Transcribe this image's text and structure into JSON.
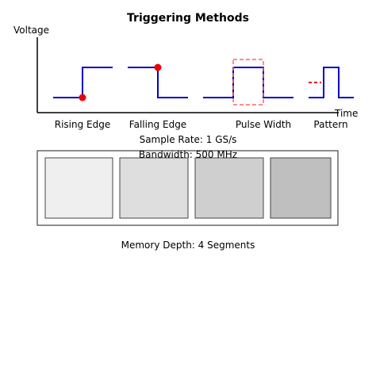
{
  "diagram": {
    "title": "Triggering Methods",
    "y_axis_label": "Voltage",
    "x_axis_label": "Time",
    "methods": [
      {
        "name": "Rising Edge"
      },
      {
        "name": "Falling Edge"
      },
      {
        "name": "Pulse Width"
      },
      {
        "name": "Pattern"
      }
    ],
    "sample_rate": "Sample Rate: 1 GS/s",
    "bandwidth": "Bandwidth: 500 MHz",
    "memory": {
      "label": "Memory Depth: 4 Segments",
      "segments": 4
    },
    "colors": {
      "signal": "#0000cc",
      "trigger_point": "#ee0000",
      "trigger_box": "#ff6666",
      "axis": "#000000",
      "segment_fills": [
        "#efefef",
        "#dedede",
        "#cfcfcf",
        "#bfbfbf"
      ],
      "segment_border": "#444444"
    }
  }
}
